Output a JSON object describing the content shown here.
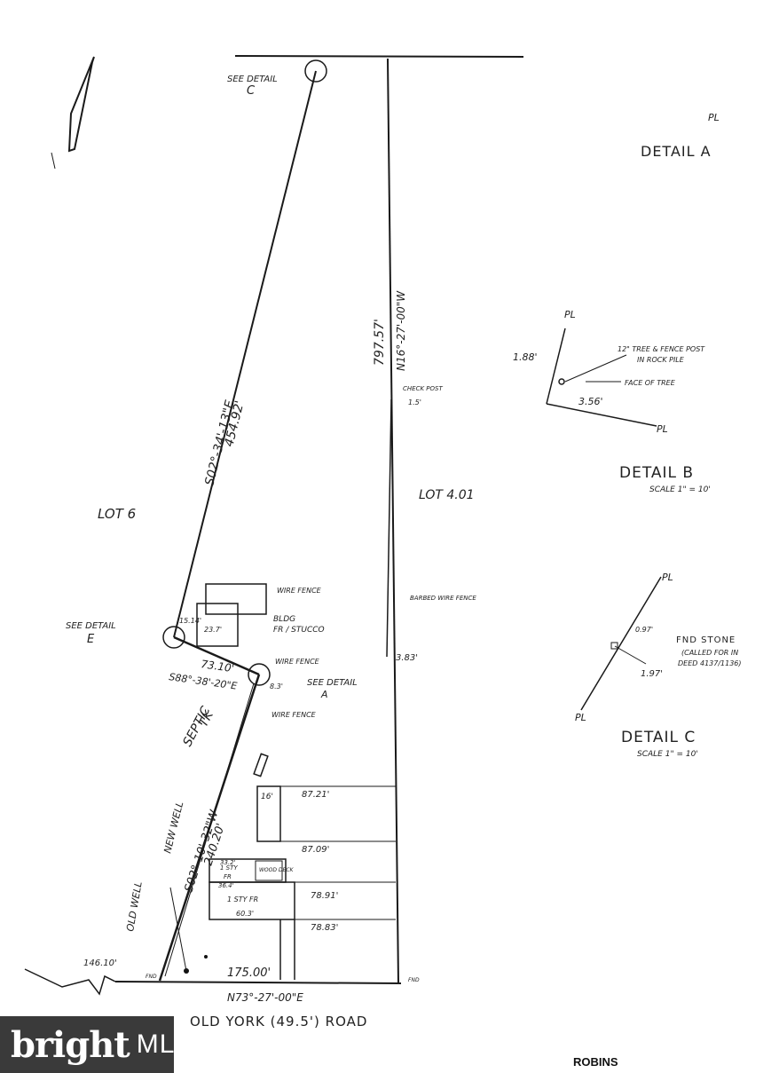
{
  "labels": {
    "see_detail_c": "SEE DETAIL",
    "see_detail_c_letter": "C",
    "detail_a": "DETAIL A",
    "detail_b": "DETAIL B",
    "detail_b_scale": "SCALE 1\" = 10'",
    "detail_c": "DETAIL C",
    "detail_c_scale": "SCALE 1\" = 10'",
    "lot_6": "LOT 6",
    "lot_401": "LOT 4.01",
    "see_detail_e": "SEE DETAIL",
    "see_detail_e_letter": "E",
    "see_detail_a": "SEE DETAIL",
    "see_detail_a_letter": "A",
    "wire_fence_1": "WIRE FENCE",
    "wire_fence_2": "WIRE FENCE",
    "wire_fence_3": "WIRE FENCE",
    "bldg": "BLDG",
    "bldg_type": "FR / STUCCO",
    "barbed_wire": "BARBED WIRE FENCE",
    "septic": "SEPTIC",
    "septic_tk": "TK",
    "new_well": "NEW WELL",
    "old_well": "OLD WELL",
    "road": "OLD YORK (49.5') ROAD",
    "house_1": "1 STY",
    "house_2": "FR",
    "house_3": "1 STY FR",
    "wood_deck": "WOOD DECK",
    "fnd_stone": "FND STONE",
    "called_for": "(CALLED FOR IN",
    "deed_ref": "DEED 4137/1136)",
    "tree_note": "12\" TREE & FENCE POST",
    "tree_note2": "IN ROCK PILE",
    "face_of_tree": "FACE OF TREE",
    "check_post": "CHECK POST",
    "pl": "PL",
    "fnd": "FND",
    "robins": "ROBINS"
  },
  "dimensions": {
    "bearing_nw": "S02°-34'-13\"E",
    "dist_nw": "454.92'",
    "bearing_ne": "N16°-27'-00\"W",
    "dist_ne": "797.57'",
    "bearing_mid": "S88°-38'-20\"E",
    "dist_mid": "73.10'",
    "bearing_sw": "S02°-10'-32\"W",
    "dist_sw": "240.20'",
    "bearing_road": "N73°-27'-00\"E",
    "dist_road": "175.00'",
    "dist_road_left": "146.10'",
    "d1": "87.21'",
    "d2": "87.09'",
    "d3": "78.91'",
    "d4": "78.83'",
    "d_16": "16'",
    "d_60": "60.3'",
    "d_364": "36.4'",
    "d_332": "33.2'",
    "d_1514": "15.14'",
    "d_237": "23.7'",
    "d_15": "1.5'",
    "d_383": "3.83'",
    "d_188": "1.88'",
    "d_356": "3.56'",
    "d_097": "0.97'",
    "d_197": "1.97'",
    "d_83": "8.3'"
  },
  "logo": {
    "brand": "bright",
    "suffix": "MLS"
  }
}
